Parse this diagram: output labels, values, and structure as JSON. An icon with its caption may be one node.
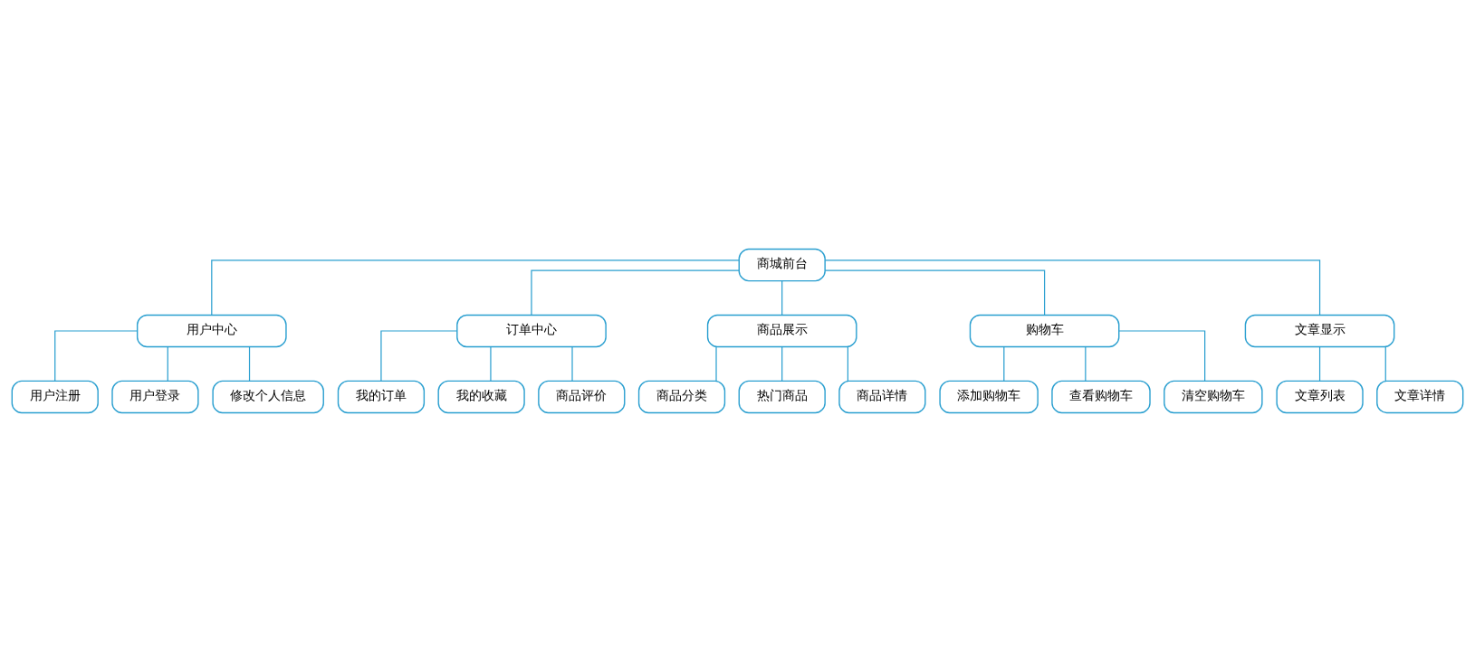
{
  "diagram": {
    "nodes": [
      {
        "text": [
          "商城前台"
        ]
      },
      {
        "text": [
          "用户中心"
        ]
      },
      {
        "text": [
          "订单中心"
        ]
      },
      {
        "text": [
          "商品展示"
        ]
      },
      {
        "text": [
          "购物车"
        ]
      },
      {
        "text": [
          "文章显示"
        ]
      },
      {
        "text": [
          "用户注册"
        ]
      },
      {
        "text": [
          "用户登录"
        ]
      },
      {
        "text": [
          "修改个人信息"
        ]
      },
      {
        "text": [
          "我的订单"
        ]
      },
      {
        "text": [
          "我的收藏"
        ]
      },
      {
        "text": [
          "商品评价"
        ]
      },
      {
        "text": [
          "商品分类"
        ]
      },
      {
        "text": [
          "热门商品"
        ]
      },
      {
        "text": [
          "商品详情"
        ]
      },
      {
        "text": [
          "添加购物车"
        ]
      },
      {
        "text": [
          "查看购物车"
        ]
      },
      {
        "text": [
          "清空购物车"
        ]
      },
      {
        "text": [
          "文章列表"
        ]
      },
      {
        "text": [
          "文章详情"
        ]
      }
    ],
    "edges": [
      {
        "from": 0,
        "to": 1,
        "arrow": "none"
      },
      {
        "from": 0,
        "to": 2,
        "arrow": "none"
      },
      {
        "from": 0,
        "to": 3,
        "arrow": "none"
      },
      {
        "from": 0,
        "to": 4,
        "arrow": "none"
      },
      {
        "from": 0,
        "to": 5,
        "arrow": "none"
      },
      {
        "from": 1,
        "to": 6,
        "arrow": "none"
      },
      {
        "from": 1,
        "to": 7,
        "arrow": "none"
      },
      {
        "from": 1,
        "to": 8,
        "arrow": "none"
      },
      {
        "from": 2,
        "to": 9,
        "arrow": "none"
      },
      {
        "from": 2,
        "to": 10,
        "arrow": "none"
      },
      {
        "from": 2,
        "to": 11,
        "arrow": "none"
      },
      {
        "from": 3,
        "to": 12,
        "arrow": "none"
      },
      {
        "from": 3,
        "to": 13,
        "arrow": "none"
      },
      {
        "from": 3,
        "to": 14,
        "arrow": "none"
      },
      {
        "from": 4,
        "to": 15,
        "arrow": "none"
      },
      {
        "from": 4,
        "to": 16,
        "arrow": "none"
      },
      {
        "from": 4,
        "to": 17,
        "arrow": "none"
      },
      {
        "from": 5,
        "to": 18,
        "arrow": "none"
      },
      {
        "from": 5,
        "to": 19,
        "arrow": "none"
      }
    ]
  }
}
